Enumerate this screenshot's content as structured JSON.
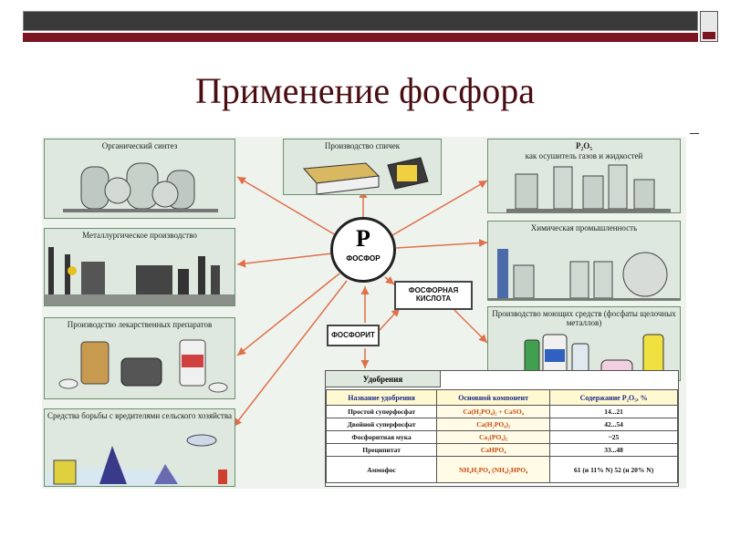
{
  "slide": {
    "title": "Применение фосфора"
  },
  "diagram": {
    "center": {
      "symbol": "P",
      "name": "ФОСФОР"
    },
    "phosphoric_acid": "ФОСФОРНАЯ КИСЛОТА",
    "phosphorite": "ФОСФОРИТ",
    "panels": {
      "organic": "Органический синтез",
      "metallurgy": "Металлургическое производство",
      "medicine": "Производство лекарственных препаратов",
      "pest": "Средства борьбы с вредителями сельского хозяйства",
      "matches": "Производство спичек",
      "p2o5_formula": "P₂O₅",
      "p2o5_caption": "как осушитель газов и жидкостей",
      "chemistry": "Химическая промышленность",
      "detergents": "Производство моющих средств (фосфаты щелочных металлов)"
    },
    "fertilizers": {
      "title": "Удобрения",
      "headers": [
        "Название удобрения",
        "Основной компонент",
        "Содержание P₂O₅, %"
      ],
      "rows": [
        [
          "Простой суперфосфат",
          "Ca(H₂PO₄)₂ + CaSO₄",
          "14...21"
        ],
        [
          "Двойной суперфосфат",
          "Ca(H₂PO₄)₂",
          "42...54"
        ],
        [
          "Фосфоритная мука",
          "Ca₃(PO₄)₂",
          "~25"
        ],
        [
          "Преципитат",
          "CaHPO₄",
          "33...48"
        ],
        [
          "Аммофос",
          "NH₄H₂PO₄ (NH₄)₂HPO₄",
          "61 (и 11% N) 52 (и 20% N)"
        ]
      ]
    }
  },
  "colors": {
    "title": "#4a0d12",
    "accent_bar": "#7a1420",
    "arrow": "#e0704a",
    "panel_bg": "#dfe8df",
    "component_text": "#c84a10",
    "header_text": "#1a2a8a"
  }
}
